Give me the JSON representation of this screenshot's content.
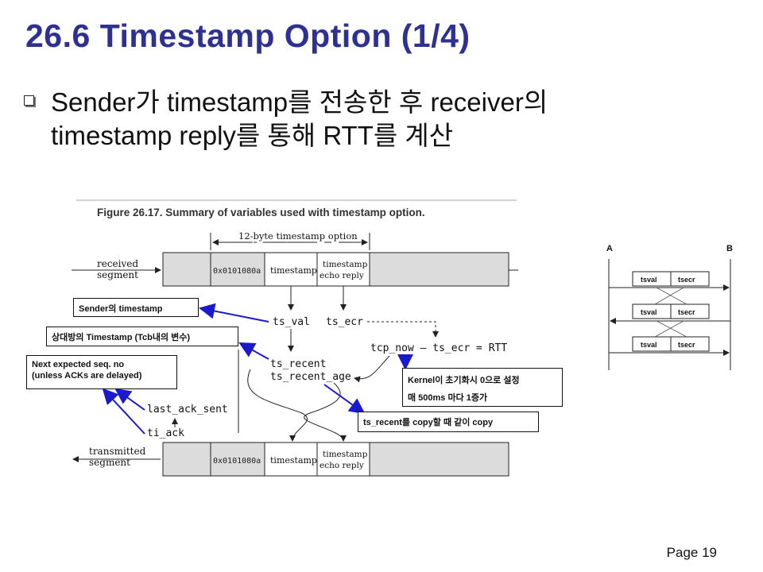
{
  "slide": {
    "title": "26.6 Timestamp Option (1/4)",
    "bullet_line1": "Sender가 timestamp를 전송한 후 receiver의",
    "bullet_line2": "timestamp reply를 통해 RTT를 계산",
    "page": "Page 19"
  },
  "figure": {
    "caption": "Figure 26.17. Summary of variables used with timestamp option.",
    "option_label": "12-byte timestamp option",
    "received_l1": "received",
    "received_l2": "segment",
    "transmitted_l1": "transmitted",
    "transmitted_l2": "segment",
    "hex": "0x0101080a",
    "timestamp": "timestamp",
    "echo_l1": "timestamp",
    "echo_l2": "echo reply",
    "ts_val": "ts_val",
    "ts_ecr": "ts_ecr",
    "ts_recent": "ts_recent",
    "ts_recent_age": "ts_recent_age",
    "rtt": "tcp_now – ts_ecr = RTT",
    "last_ack_sent": "last_ack_sent",
    "ti_ack": "ti_ack"
  },
  "annotations": {
    "sender_ts": "Sender의 timestamp",
    "peer_ts": "상대방의 Timestamp (Tcb내의 변수)",
    "next_l1": "Next expected  seq. no",
    "next_l2": "(unless ACKs are delayed)",
    "kernel_l1": "Kernel이 초기화시 0으로 설정",
    "kernel_l2": "매 500ms 마다 1증가",
    "copy": "ts_recent를 copy할 때 같이 copy"
  },
  "seq_diagram": {
    "host_a": "A",
    "host_b": "B",
    "tsval": "tsval",
    "tsecr": "tsecr"
  },
  "colors": {
    "title": "#2e3192",
    "annotation_arrow": "#1a1acc"
  }
}
